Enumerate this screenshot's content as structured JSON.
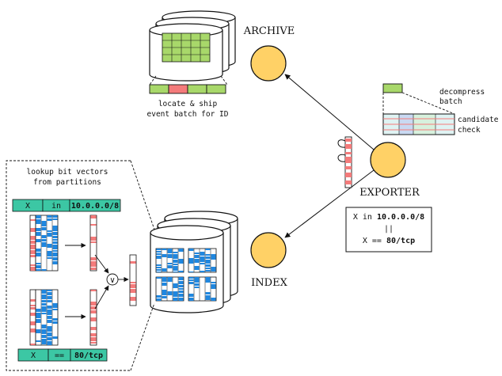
{
  "nodes": {
    "archive": "ARCHIVE",
    "exporter": "EXPORTER",
    "index": "INDEX"
  },
  "archive_caption": [
    "locate & ship",
    "event batch for ID"
  ],
  "decompress_label": [
    "decompress",
    "batch"
  ],
  "candidate_label": [
    "candidate",
    "check"
  ],
  "lookup_label": [
    "lookup bit vectors",
    "from partitions"
  ],
  "query": {
    "line1_prefix": "X in ",
    "line1_value": "10.0.0.0/8",
    "line2": "||",
    "line3_prefix": "X == ",
    "line3_value": "80/tcp"
  },
  "predicate_top": {
    "field": "X",
    "op": "in",
    "value": "10.0.0.0/8"
  },
  "predicate_bottom": {
    "field": "X",
    "op": "==",
    "value": "80/tcp"
  },
  "or_symbol": "∨",
  "colors": {
    "node_fill": "#ffd166",
    "teal": "#3cc7a4",
    "green": "#a8d86a",
    "red": "#f47b7b",
    "blue": "#1f87e0"
  }
}
